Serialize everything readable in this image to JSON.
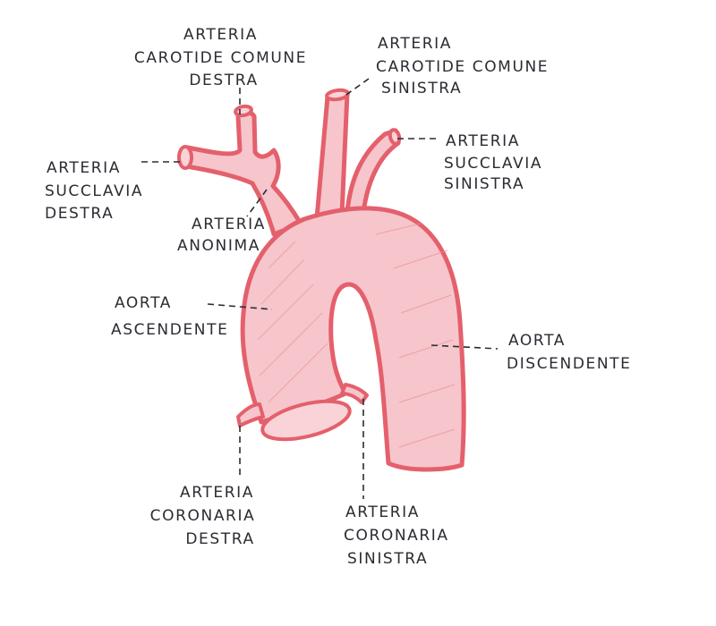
{
  "diagram": {
    "labels": {
      "carotide_destra": [
        "ARTERIA",
        "CAROTIDE COMUNE",
        "DESTRA"
      ],
      "carotide_sinistra": [
        "ARTERIA",
        "CAROTIDE COMUNE",
        "SINISTRA"
      ],
      "succlavia_destra": [
        "ARTERIA",
        "SUCCLAVIA",
        "DESTRA"
      ],
      "succlavia_sinistra": [
        "ARTERIA",
        "SUCCLAVIA",
        "SINISTRA"
      ],
      "anonima": [
        "ARTERIA",
        "ANONIMA"
      ],
      "aorta_ascendente": [
        "AORTA",
        "ASCENDENTE"
      ],
      "aorta_discendente": [
        "AORTA",
        "DISCENDENTE"
      ],
      "coronaria_destra": [
        "ARTERIA",
        "CORONARIA",
        "DESTRA"
      ],
      "coronaria_sinistra": [
        "ARTERIA",
        "CORONARIA",
        "SINISTRA"
      ]
    },
    "colors": {
      "vessel_fill": "#f6c6cc",
      "vessel_outline": "#e4606c",
      "ink": "#2b2b33"
    }
  }
}
